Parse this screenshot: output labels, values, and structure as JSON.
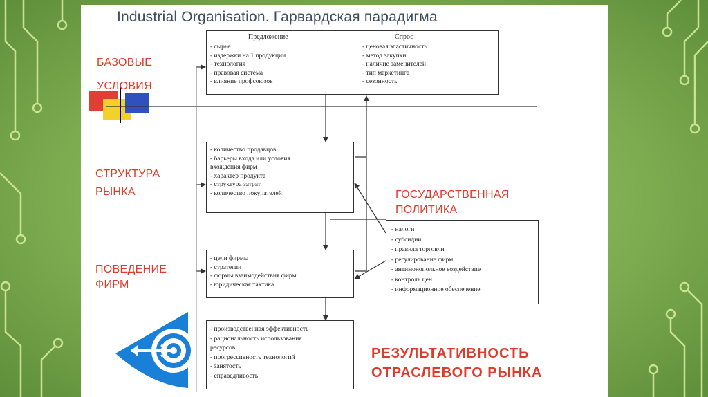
{
  "title": "Industrial Organisation. Гарвардская парадигма",
  "basic_conditions": {
    "label_line1": "БАЗОВЫЕ",
    "label_line2": "УСЛОВИЯ",
    "supply_header": "Предложение",
    "demand_header": "Спрос",
    "supply_items": [
      "- сырье",
      "- издержки на 1 продукции",
      "- технология",
      "- правовая система",
      "- влияние профсоюзов"
    ],
    "demand_items": [
      "- ценовая эластичность",
      "- метод закупки",
      "- наличие заменителей",
      "- тип маркетинга",
      "- сезонность"
    ]
  },
  "market_structure": {
    "label_line1": "СТРУКТУРА",
    "label_line2": "РЫНКА",
    "items": [
      "- количество продавцов",
      "- барьеры входа или условия",
      "вхождения фирм",
      "- характер продукта",
      "- структура затрат",
      "- количество покупателей"
    ]
  },
  "firm_behavior": {
    "label_line1": "ПОВЕДЕНИЕ",
    "label_line2": "ФИРМ",
    "items": [
      "- цели фирмы",
      "- стратегии",
      "- формы взаимодействия фирм",
      "- юридическая тактика"
    ]
  },
  "government_policy": {
    "label_line1": "ГОСУДАРСТВЕННАЯ",
    "label_line2": "ПОЛИТИКА",
    "items": [
      "- налоги",
      "- субсидии",
      "- правила торговли",
      "- регулирование фирм",
      "- антимонопольное воздействие",
      "- контроль цен",
      "- информационное обеспечение"
    ]
  },
  "performance": {
    "label_line1": "РЕЗУЛЬТАТИВНОСТЬ",
    "label_line2": "ОТРАСЛЕВОГО РЫНКА",
    "items": [
      "- производственная эффективность",
      "- рациональность использования",
      "ресурсов",
      "- прогрессивность технологий",
      "- занятость",
      "- справедливость"
    ]
  },
  "colors": {
    "accent_red": "#e03a2a",
    "target_blue": "#1a7fd6",
    "background_green": "#7fae52"
  },
  "icons": [
    "target-icon",
    "color-blocks-icon"
  ]
}
